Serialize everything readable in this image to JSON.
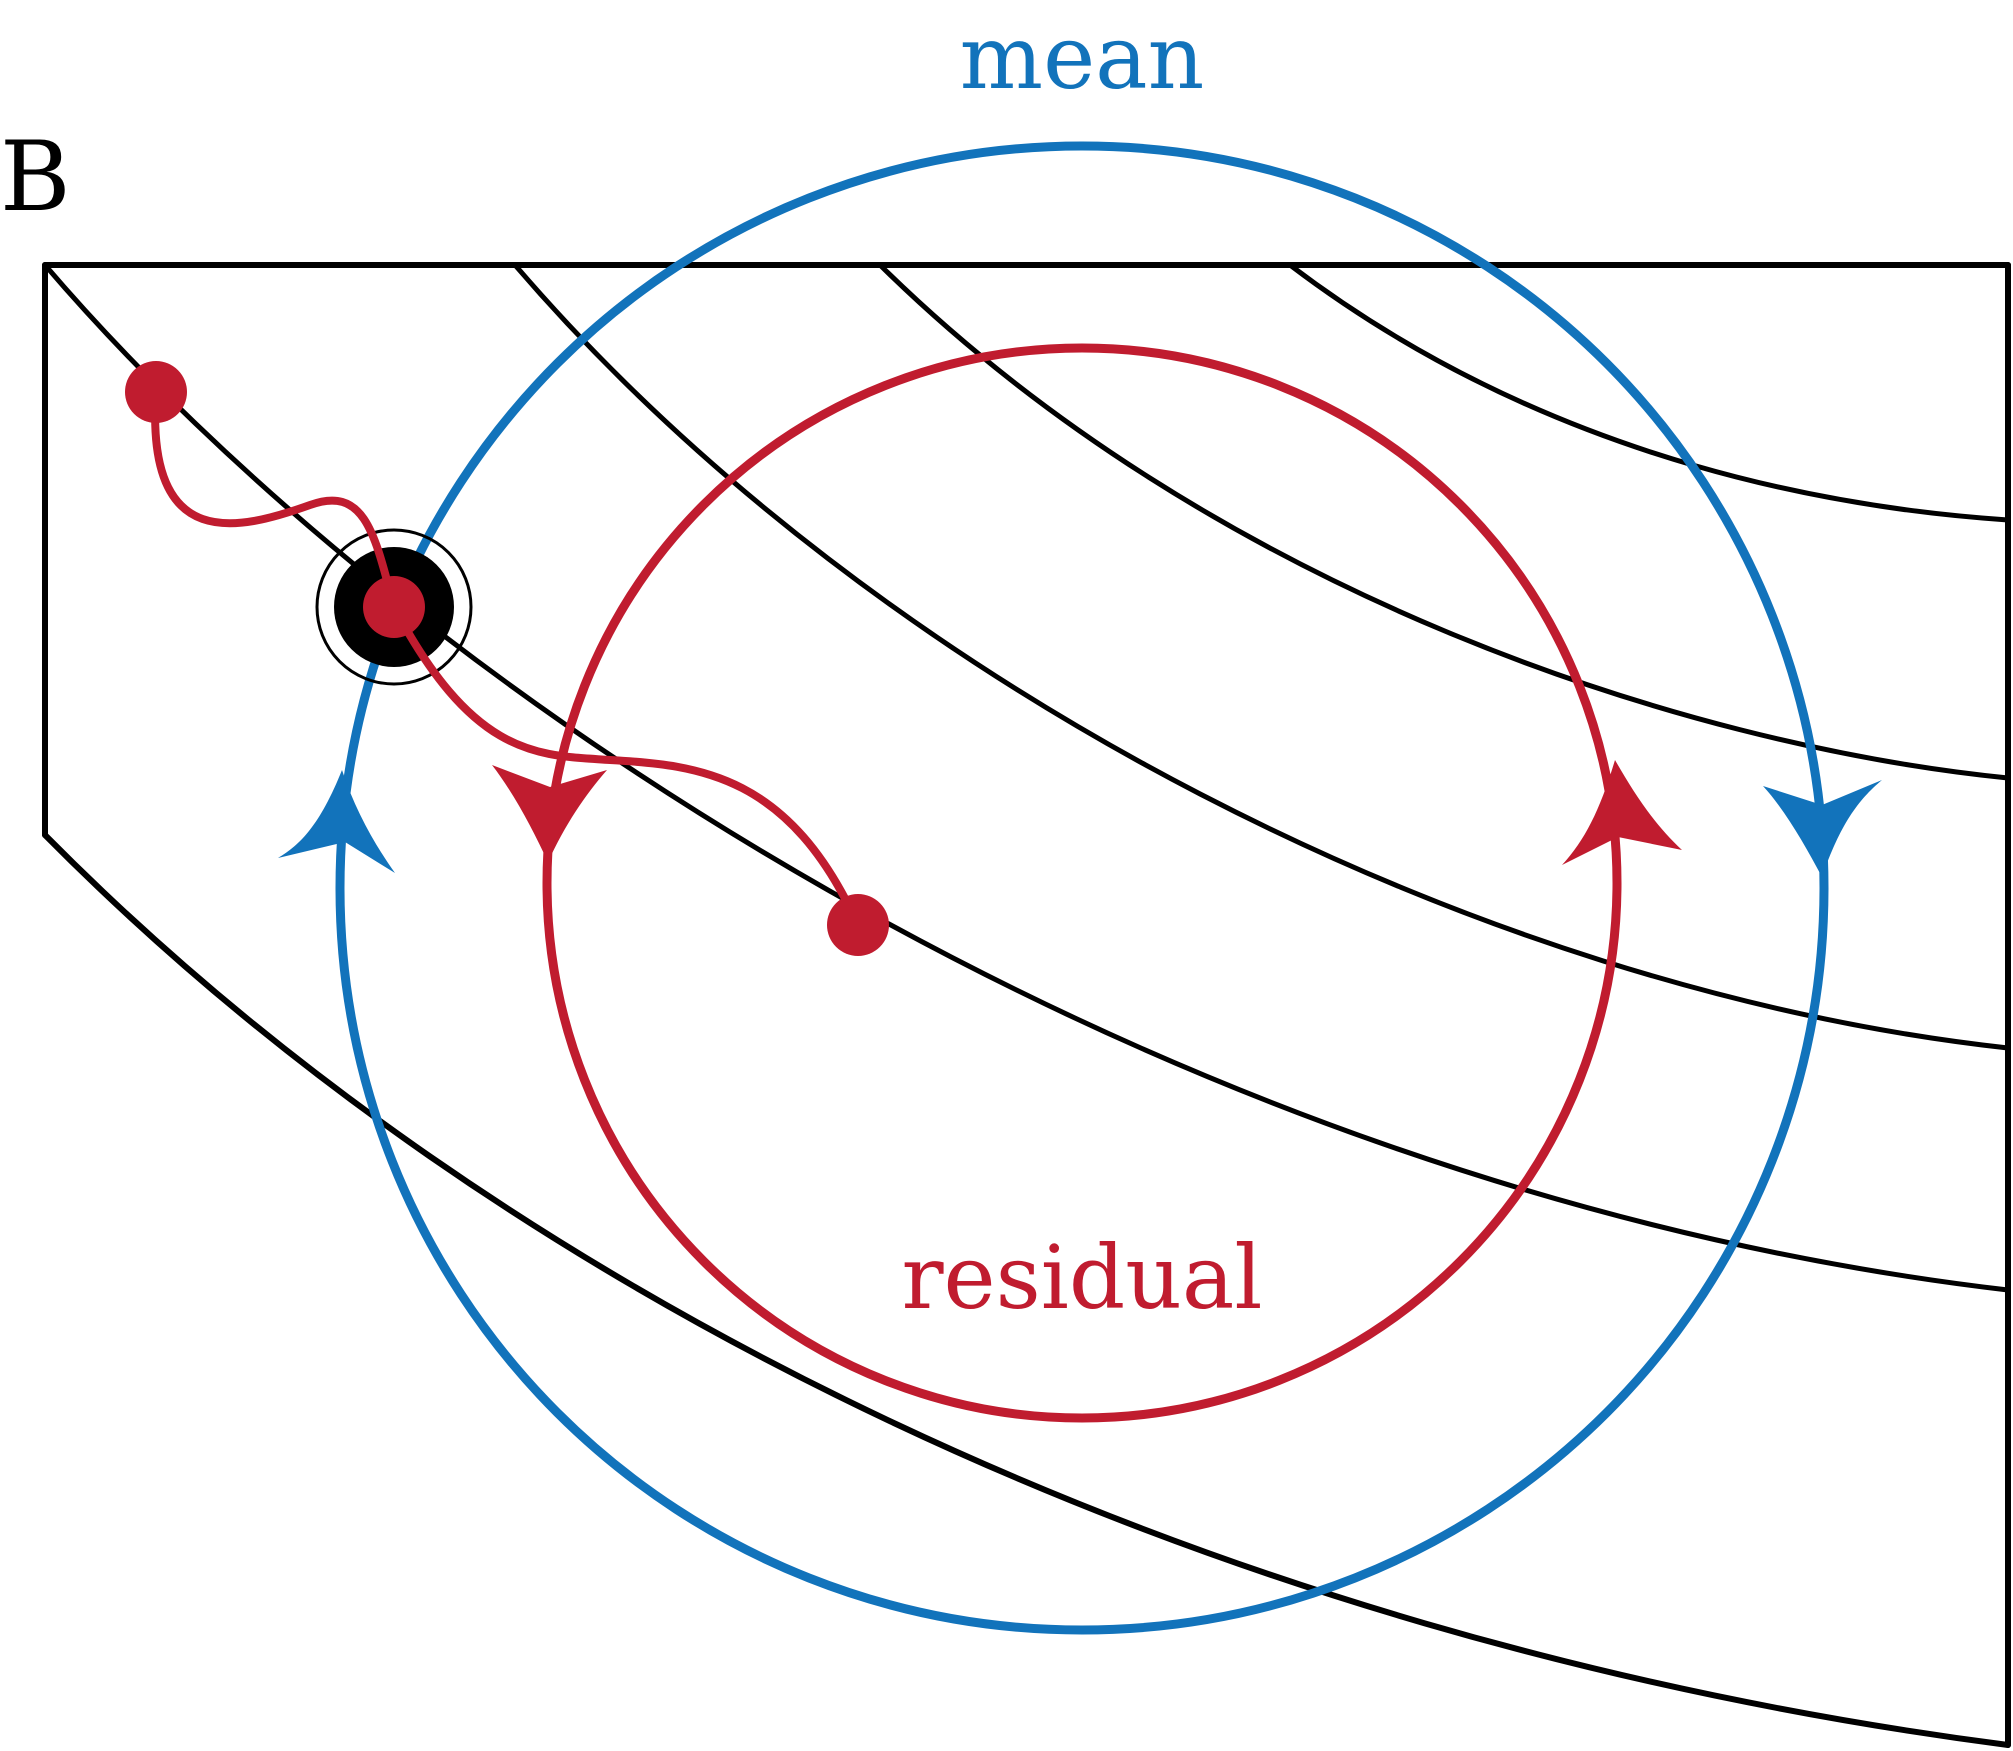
{
  "panel": {
    "label": "B"
  },
  "labels": {
    "mean": "mean",
    "residual": "residual"
  },
  "colors": {
    "mean": "#1273bb",
    "residual": "#c01c2f",
    "contour": "#000000",
    "background": "#ffffff"
  }
}
